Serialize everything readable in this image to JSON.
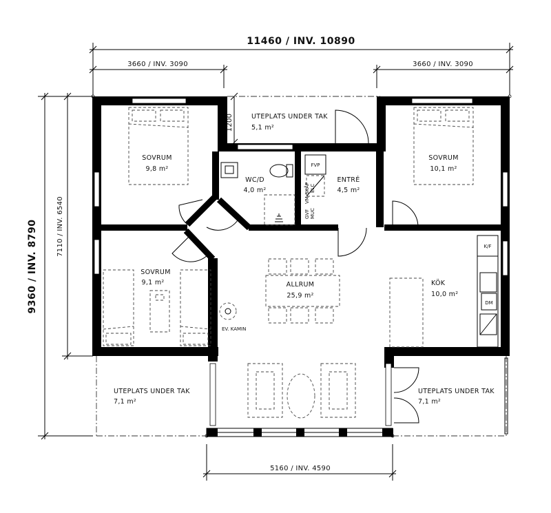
{
  "dimensions": {
    "total_width": "11460 / INV. 10890",
    "left_wing_width": "3660 / INV. 3090",
    "right_wing_width": "3660 / INV. 3090",
    "total_depth": "9360 / INV. 8790",
    "wing_depth": "7110 / INV. 6540",
    "porch_depth": "1200",
    "center_width": "5160 / INV. 4590"
  },
  "rooms": {
    "uteplats_top": {
      "name": "UTEPLATS UNDER TAK",
      "area": "5,1 m²"
    },
    "sovrum_nw": {
      "name": "SOVRUM",
      "area": "9,8 m²"
    },
    "wc": {
      "name": "WC/D",
      "area": "4,0 m²"
    },
    "entre": {
      "name": "ENTRÉ",
      "area": "4,5 m²"
    },
    "sovrum_ne": {
      "name": "SOVRUM",
      "area": "10,1 m²"
    },
    "sovrum_sw": {
      "name": "SOVRUM",
      "area": "9,1 m²"
    },
    "allrum": {
      "name": "ALLRUM",
      "area": "25,9 m²"
    },
    "kok": {
      "name": "KÖK",
      "area": "10,0 m²"
    },
    "uteplats_sw": {
      "name": "UTEPLATS UNDER TAK",
      "area": "7,1 m²"
    },
    "uteplats_se": {
      "name": "UTEPLATS UNDER TAK",
      "area": "7,1 m²"
    }
  },
  "fixtures": {
    "fvp": "FVP",
    "kf": "K/F",
    "dm": "DM",
    "ev_kamin": "EV. KAMIN",
    "gvf": "GVF",
    "muc": "MUC",
    "vm_skap": "VM-SKÅP",
    "elc": "ELC"
  }
}
